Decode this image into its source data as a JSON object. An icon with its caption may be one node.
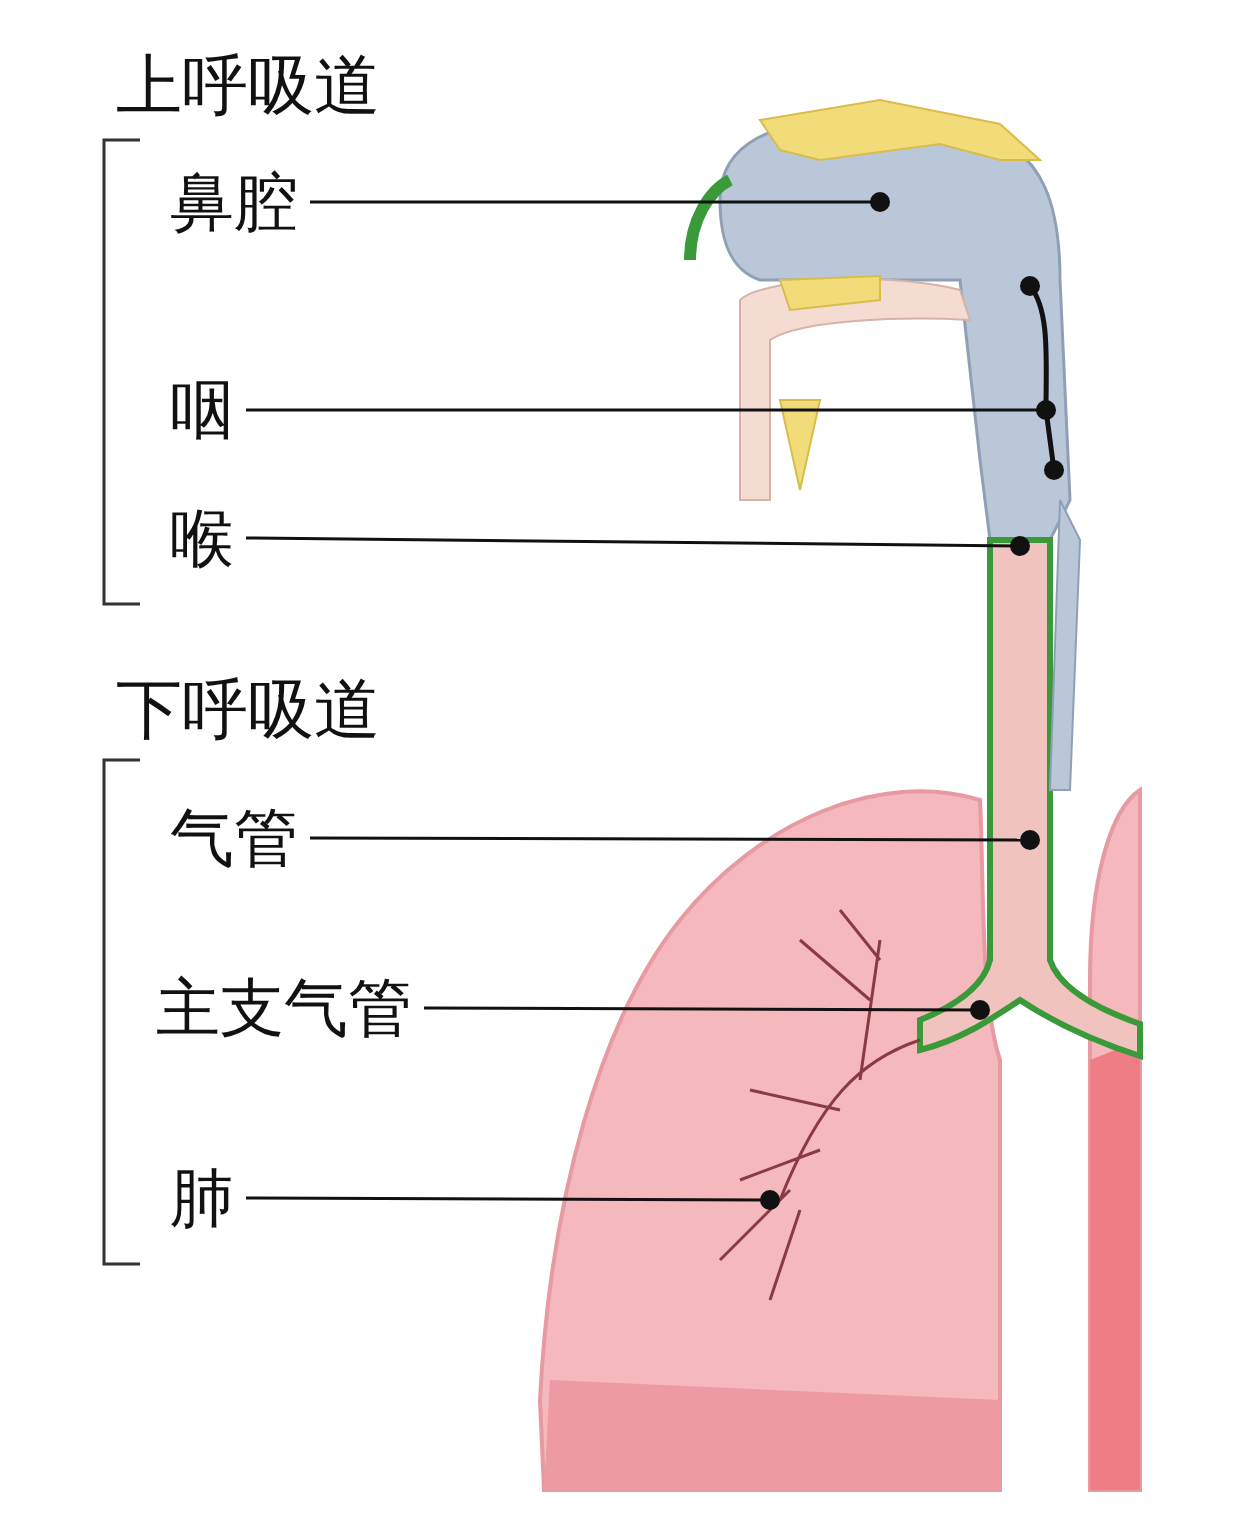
{
  "diagram": {
    "nodes": [
      {
        "text": [
          "鼻腔"
        ]
      },
      {
        "text": [
          "咽"
        ]
      },
      {
        "text": [
          "喉"
        ]
      },
      {
        "text": [
          "气管"
        ]
      },
      {
        "text": [
          "主支气管"
        ]
      },
      {
        "text": [
          "肺"
        ]
      }
    ],
    "edges": [
      {
        "from": 0,
        "to": null,
        "arrow": "other"
      },
      {
        "from": 1,
        "to": null,
        "arrow": "other"
      },
      {
        "from": 2,
        "to": null,
        "arrow": "other"
      },
      {
        "from": 3,
        "to": null,
        "arrow": "other"
      },
      {
        "from": 4,
        "to": null,
        "arrow": "other"
      },
      {
        "from": 5,
        "to": null,
        "arrow": "other"
      }
    ],
    "labels": [
      "上呼吸道",
      "下呼吸道"
    ]
  }
}
